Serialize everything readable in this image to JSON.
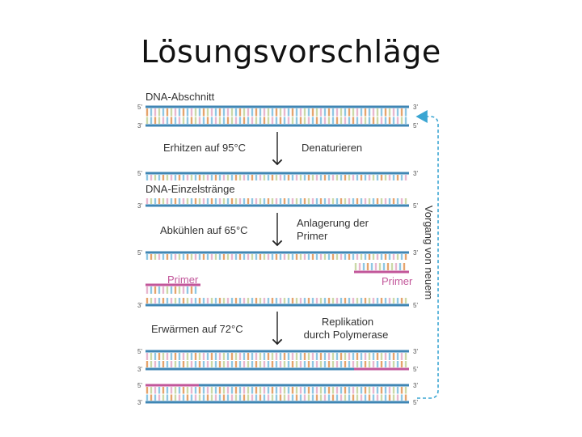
{
  "title": "Lösungsvorschläge",
  "labels": {
    "dna_section": "DNA-Abschnitt",
    "heat": "Erhitzen auf 95°C",
    "denature": "Denaturieren",
    "single_strands": "DNA-Einzelstränge",
    "cool": "Abkühlen auf 65°C",
    "anneal_1": "Anlagerung der",
    "anneal_2": "Primer",
    "primer_left": "Primer",
    "primer_right": "Primer",
    "warm": "Erwärmen auf 72°C",
    "replication_1": "Replikation",
    "replication_2": "durch Polymerase",
    "repeat": "Vorgang von neuem"
  },
  "ends": {
    "five": "5'",
    "three": "3'"
  },
  "colors": {
    "backbone": "#3f86b4",
    "primer": "#c2569a",
    "repeat_arrow": "#3aa5d2",
    "base_a": "#e5a46d",
    "base_b": "#8fc7e3",
    "base_c": "#e8b7cf",
    "base_d": "#cbd9a8"
  }
}
